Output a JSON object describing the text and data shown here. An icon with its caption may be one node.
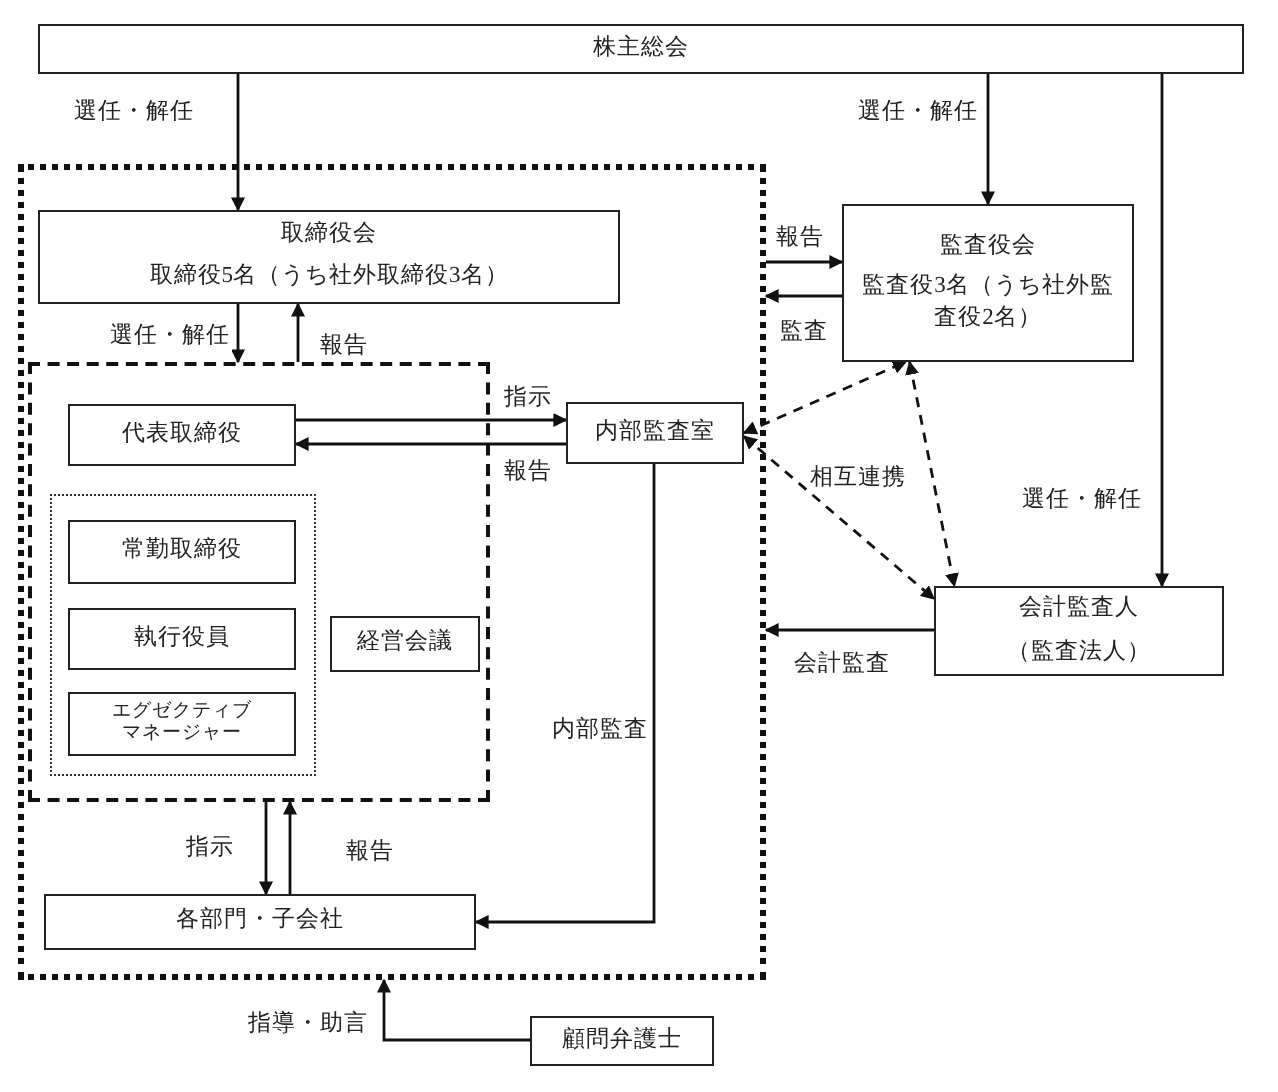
{
  "diagram": {
    "nodes": [
      {
        "text": [
          "株主総会"
        ]
      },
      {
        "text": [],
        "shape": "box"
      },
      {
        "text": [
          "取締役会",
          "取締役5名（うち社外取締役3名）"
        ],
        "in": 1
      },
      {
        "text": [],
        "shape": "box",
        "in": 1
      },
      {
        "text": [
          "代表取締役"
        ],
        "in": 3
      },
      {
        "text": [],
        "shape": "box",
        "in": 3
      },
      {
        "text": [
          "常勤取締役"
        ],
        "in": 5
      },
      {
        "text": [
          "執行役員"
        ],
        "in": 5
      },
      {
        "text": [
          "エグゼクティブマネージャー"
        ],
        "in": 5
      },
      {
        "text": [
          "経営会議"
        ],
        "in": 3
      },
      {
        "text": [
          "内部監査室"
        ],
        "in": 1
      },
      {
        "text": [
          "各部門・子会社"
        ],
        "in": 1
      },
      {
        "text": [
          "監査役会",
          "監査役3名（うち社外監査役2名）"
        ]
      },
      {
        "text": [
          "会計監査人",
          "（監査法人）"
        ]
      },
      {
        "text": [
          "顧問弁護士"
        ]
      }
    ],
    "edges": [
      {
        "from": 0,
        "to": 2,
        "arrow": "to",
        "label": "選任・解任"
      },
      {
        "from": 0,
        "to": 12,
        "arrow": "to",
        "label": "選任・解任"
      },
      {
        "from": 0,
        "to": 13,
        "arrow": "to",
        "label": "選任・解任"
      },
      {
        "from": 2,
        "to": 3,
        "arrow": "to",
        "label": "選任・解任"
      },
      {
        "from": 3,
        "to": 2,
        "arrow": "to",
        "label": "報告"
      },
      {
        "from": 4,
        "to": 10,
        "arrow": "to",
        "label": "指示"
      },
      {
        "from": 10,
        "to": 4,
        "arrow": "to",
        "label": "報告"
      },
      {
        "from": 10,
        "to": 12,
        "arrow": "both",
        "style": "dashed"
      },
      {
        "from": 10,
        "to": 13,
        "arrow": "both",
        "style": "dashed",
        "label": "相互連携"
      },
      {
        "from": 12,
        "to": 13,
        "arrow": "both",
        "style": "dashed"
      },
      {
        "from": 1,
        "to": 12,
        "arrow": "to",
        "label": "報告"
      },
      {
        "from": 12,
        "to": 1,
        "arrow": "to",
        "label": "監査"
      },
      {
        "from": 13,
        "to": 1,
        "arrow": "to",
        "label": "会計監査"
      },
      {
        "from": 10,
        "to": 11,
        "arrow": "to",
        "label": "内部監査"
      },
      {
        "from": 3,
        "to": 11,
        "arrow": "to",
        "label": "指示"
      },
      {
        "from": 11,
        "to": 3,
        "arrow": "to",
        "label": "報告"
      },
      {
        "from": 14,
        "to": 1,
        "arrow": "to",
        "label": "指導・助言"
      }
    ]
  }
}
